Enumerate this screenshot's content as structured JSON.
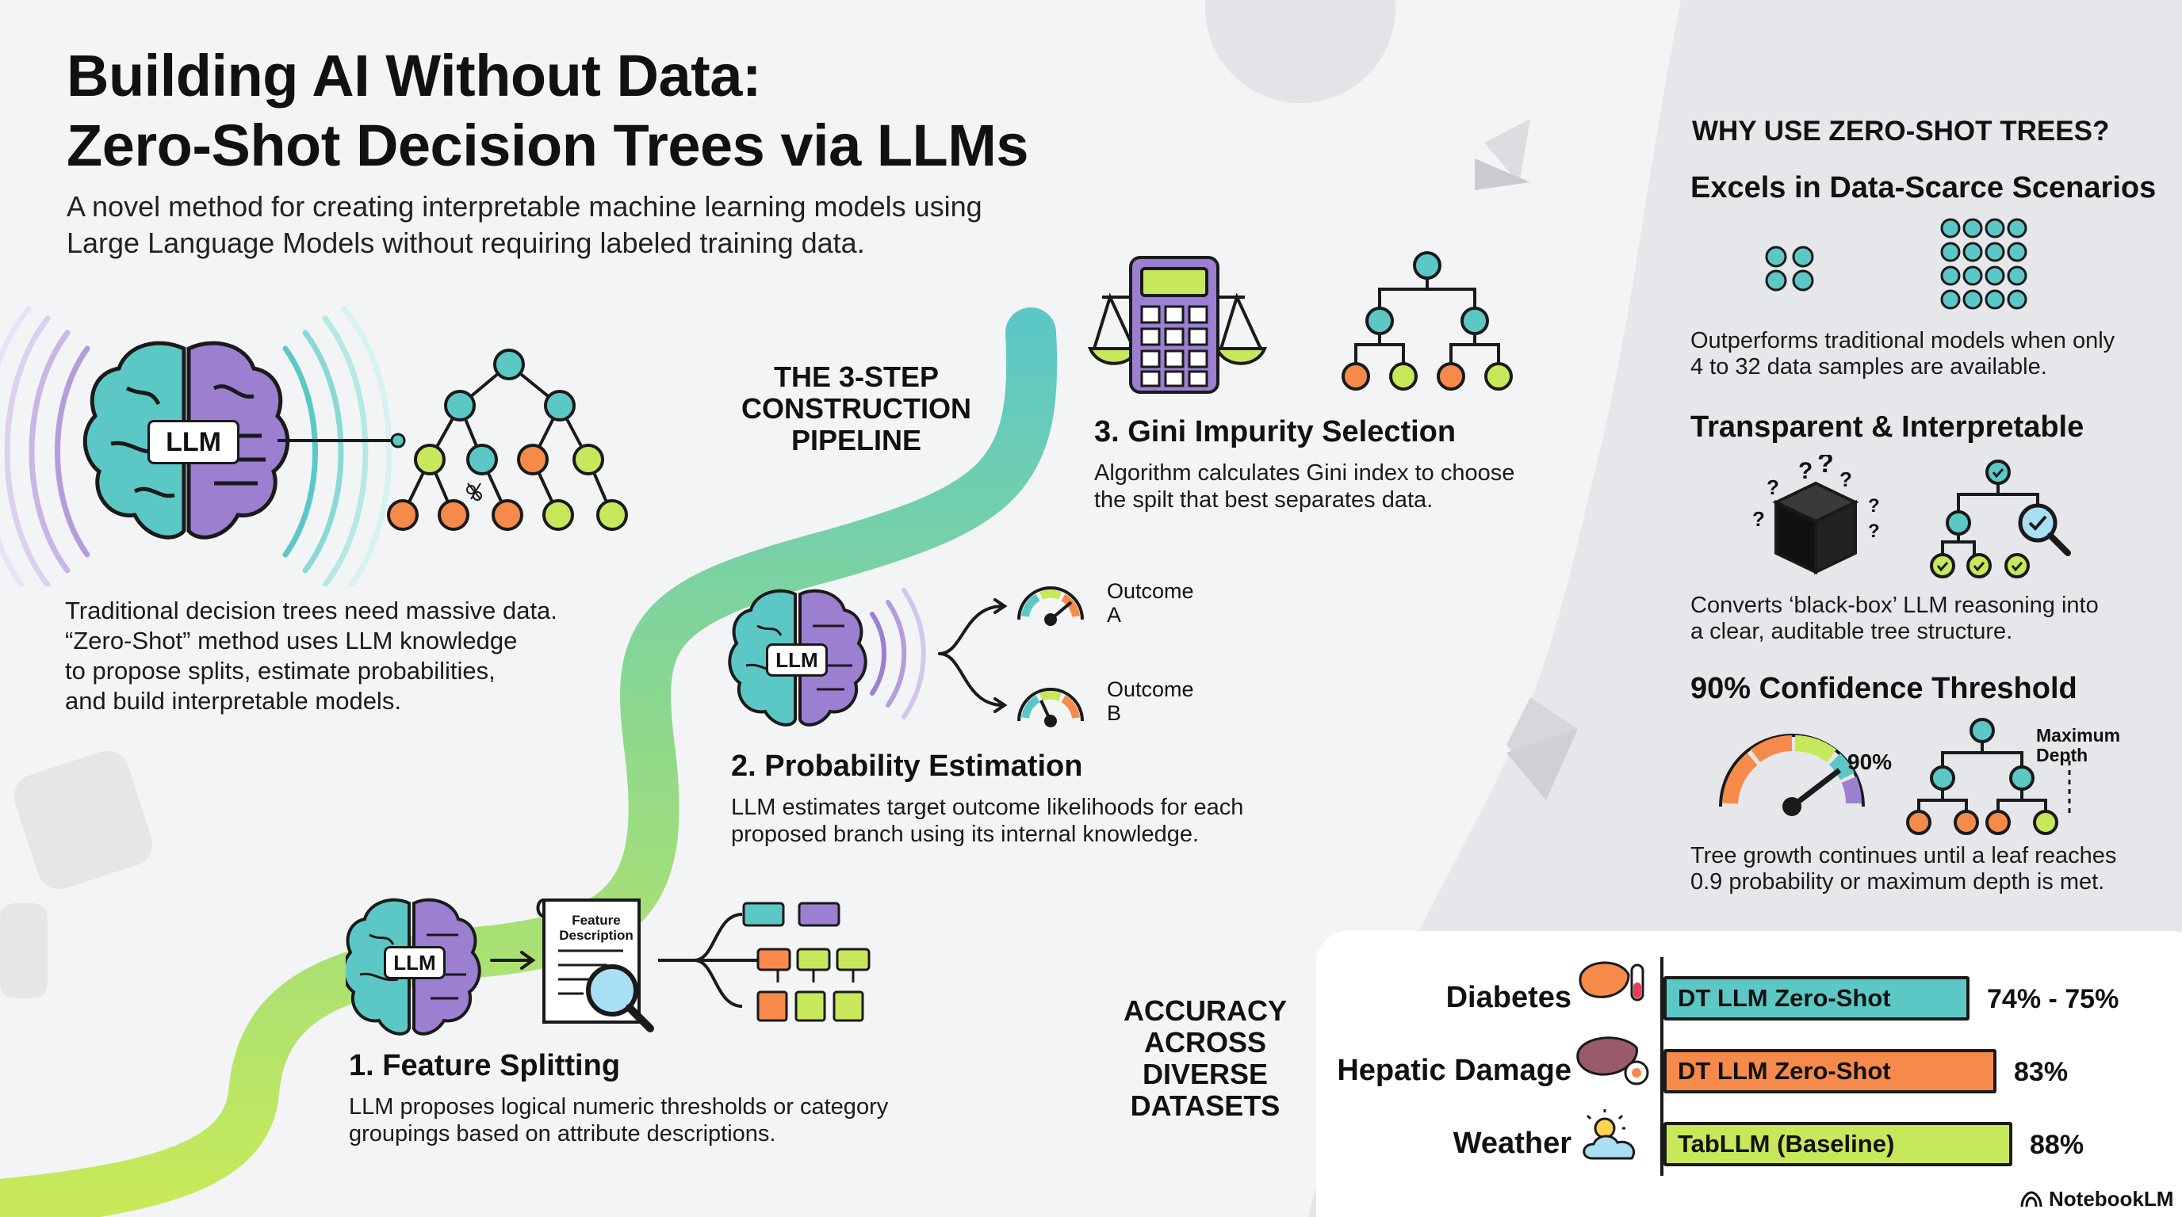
{
  "header": {
    "title_line1": "Building AI Without Data:",
    "title_line2": "Zero-Shot Decision Trees via LLMs",
    "subtitle_line1": "A novel method for creating interpretable machine learning models using",
    "subtitle_line2": "Large Language Models without requiring labeled training data."
  },
  "intro": {
    "llm_label": "LLM",
    "lines": [
      "Traditional decision trees need massive data.",
      "“Zero-Shot” method uses LLM knowledge",
      "to propose splits, estimate probabilities,",
      "and build interpretable models."
    ]
  },
  "pipeline": {
    "heading_lines": [
      "THE 3-STEP",
      "CONSTRUCTION",
      "PIPELINE"
    ],
    "step1": {
      "title": "1. Feature Splitting",
      "desc_lines": [
        "LLM proposes logical numeric thresholds or category",
        "groupings based on attribute descriptions."
      ],
      "llm_label": "LLM",
      "doc_label_lines": [
        "Feature",
        "Description"
      ]
    },
    "step2": {
      "title": "2. Probability Estimation",
      "desc_lines": [
        "LLM estimates target outcome likelihoods for each",
        "proposed branch using its internal knowledge."
      ],
      "llm_label": "LLM",
      "outcome_a": [
        "Outcome",
        "A"
      ],
      "outcome_b": [
        "Outcome",
        "B"
      ]
    },
    "step3": {
      "title": "3. Gini Impurity Selection",
      "desc_lines": [
        "Algorithm calculates Gini index to choose",
        "the spilt that best separates data."
      ]
    }
  },
  "why": {
    "heading": "WHY USE ZERO-SHOT TREES?",
    "items": [
      {
        "title": "Excels in Data-Scarce Scenarios",
        "desc_lines": [
          "Outperforms traditional models when only",
          "4 to 32 data samples are available."
        ]
      },
      {
        "title": "Transparent & Interpretable",
        "desc_lines": [
          "Converts ‘black-box’ LLM reasoning into",
          "a clear, auditable tree structure."
        ]
      },
      {
        "title": "90% Confidence Threshold",
        "desc_lines": [
          "Tree growth continues until a leaf reaches",
          "0.9 probability or maximum depth is met."
        ],
        "gauge_label": "90%",
        "depth_label_lines": [
          "Maximum",
          "Depth"
        ]
      }
    ]
  },
  "accuracy": {
    "heading_lines": [
      "ACCURACY",
      "ACROSS",
      "DIVERSE",
      "DATASETS"
    ],
    "rows": [
      {
        "dataset": "Diabetes",
        "bar_label": "DT LLM Zero-Shot",
        "value_text": "74% - 75%",
        "color": "#5cc8c6",
        "fill": 0.745
      },
      {
        "dataset": "Hepatic Damage",
        "bar_label": "DT LLM Zero-Shot",
        "value_text": "83%",
        "color": "#f58a4b",
        "fill": 0.83
      },
      {
        "dataset": "Weather",
        "bar_label": "TabLLM (Baseline)",
        "value_text": "88%",
        "color": "#c7e85a",
        "fill": 0.88
      }
    ]
  },
  "footer": {
    "brand": "NotebookLM"
  },
  "colors": {
    "teal": "#5cc8c6",
    "purple": "#9b7fd1",
    "orange": "#f58a4b",
    "lime": "#c7e85a",
    "dark": "#1a1a1a"
  }
}
